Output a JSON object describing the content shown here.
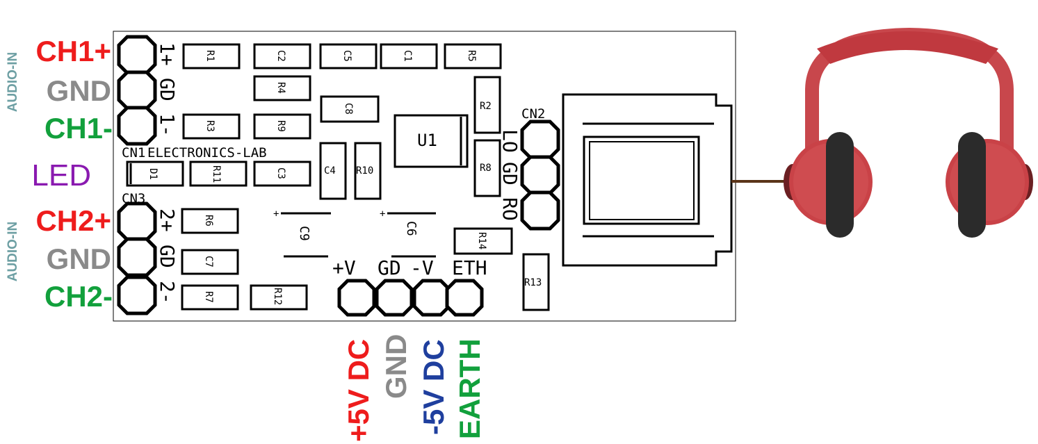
{
  "board": {
    "title": "ELECTRONICS-LAB",
    "silk_cn1": "CN1",
    "silk_cn2": "CN2",
    "silk_cn3": "CN3",
    "ic_label": "U1",
    "cn1_pins": [
      "1+",
      "GD",
      "1-"
    ],
    "cn3_pins": [
      "2+",
      "GD",
      "2-"
    ],
    "cn2_pins": [
      "LO",
      "GD",
      "RO"
    ],
    "power_pins": [
      "+V",
      "GD",
      "-V",
      "ETH"
    ],
    "components": {
      "r1": "R1",
      "c2": "C2",
      "c5": "C5",
      "c1": "C1",
      "r5": "R5",
      "r4": "R4",
      "c8": "C8",
      "r2": "R2",
      "r3": "R3",
      "r9": "R9",
      "d1": "D1",
      "r11": "R11",
      "c3": "C3",
      "c4": "C4",
      "r10": "R10",
      "r8": "R8",
      "r6": "R6",
      "c9": "C9",
      "c6": "C6",
      "r14": "R14",
      "c7": "C7",
      "r13": "R13",
      "r7": "R7",
      "r12": "R12"
    }
  },
  "left_labels": {
    "audio_in_1": "AUDIO-IN",
    "audio_in_2": "AUDIO-IN",
    "ch1_plus": "CH1+",
    "gnd_1": "GND",
    "ch1_minus": "CH1-",
    "led": "LED",
    "ch2_plus": "CH2+",
    "gnd_2": "GND",
    "ch2_minus": "CH2-"
  },
  "bottom_labels": {
    "plus5v": "+5V DC",
    "gnd": "GND",
    "minus5v": "-5V DC",
    "earth": "EARTH"
  },
  "colors": {
    "red": "#ee1c1c",
    "gray": "#8a8a8a",
    "green": "#12a03c",
    "purple": "#8a1ab0",
    "teal": "#6d9fa3",
    "blue": "#1f3f9e",
    "headband": "#c8474c",
    "earcup": "#c94247",
    "pad": "#2b2b2b",
    "cable": "#5a3418"
  },
  "icons": [
    "headphones-icon",
    "transformer-icon"
  ]
}
